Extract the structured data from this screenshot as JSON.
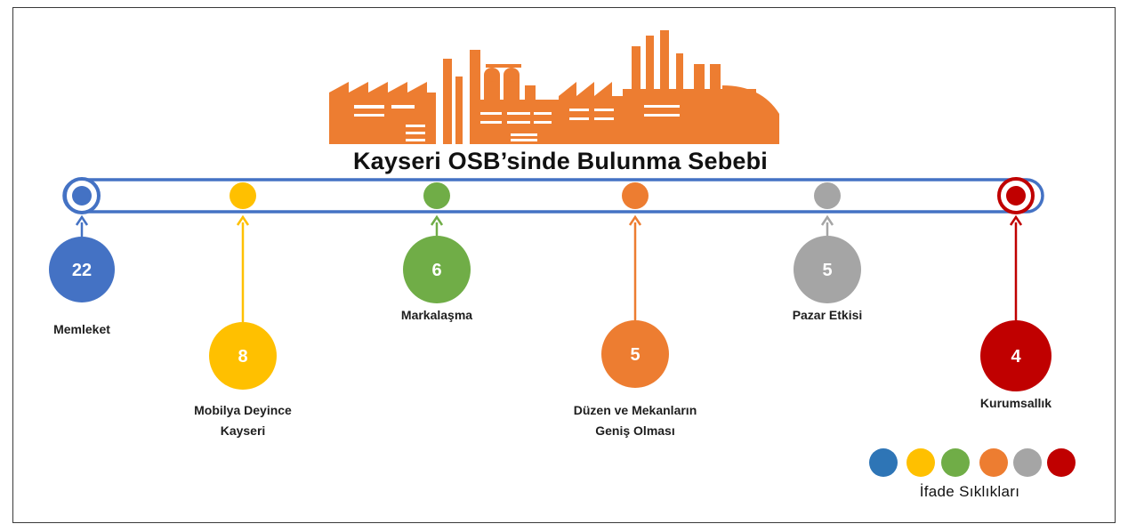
{
  "title": "Kayseri OSB’sinde Bulunma Sebebi",
  "chart_data": {
    "type": "timeline",
    "title": "Kayseri OSB’sinde Bulunma Sebebi",
    "categories": [
      "Memleket",
      "Mobilya Deyince Kayseri",
      "Markalaşma",
      "Düzen ve Mekanların Geniş Olması",
      "Pazar Etkisi",
      "Kurumsallık"
    ],
    "values": [
      22,
      8,
      6,
      5,
      5,
      4
    ],
    "colors": [
      "#4472c4",
      "#ffc000",
      "#70ad47",
      "#ed7d31",
      "#a5a5a5",
      "#c00000"
    ],
    "items": [
      {
        "label_lines": [
          "Memleket"
        ],
        "value": 22,
        "color": "#4472c4"
      },
      {
        "label_lines": [
          "Mobilya Deyince",
          "Kayseri"
        ],
        "value": 8,
        "color": "#ffc000"
      },
      {
        "label_lines": [
          "Markalaşma"
        ],
        "value": 6,
        "color": "#70ad47"
      },
      {
        "label_lines": [
          "Düzen ve Mekanların",
          "Geniş Olması"
        ],
        "value": 5,
        "color": "#ed7d31"
      },
      {
        "label_lines": [
          "Pazar Etkisi"
        ],
        "value": 5,
        "color": "#a5a5a5"
      },
      {
        "label_lines": [
          "Kurumsallık"
        ],
        "value": 4,
        "color": "#c00000"
      }
    ],
    "legend": {
      "title": "İfade Sıklıkları",
      "colors": [
        "#2e75b6",
        "#ffc000",
        "#70ad47",
        "#ed7d31",
        "#a5a5a5",
        "#c00000"
      ]
    }
  },
  "colors": {
    "bar_stroke": "#4472c4",
    "illustration": "#ed7d31"
  },
  "illustration": "factory-skyline-icon"
}
